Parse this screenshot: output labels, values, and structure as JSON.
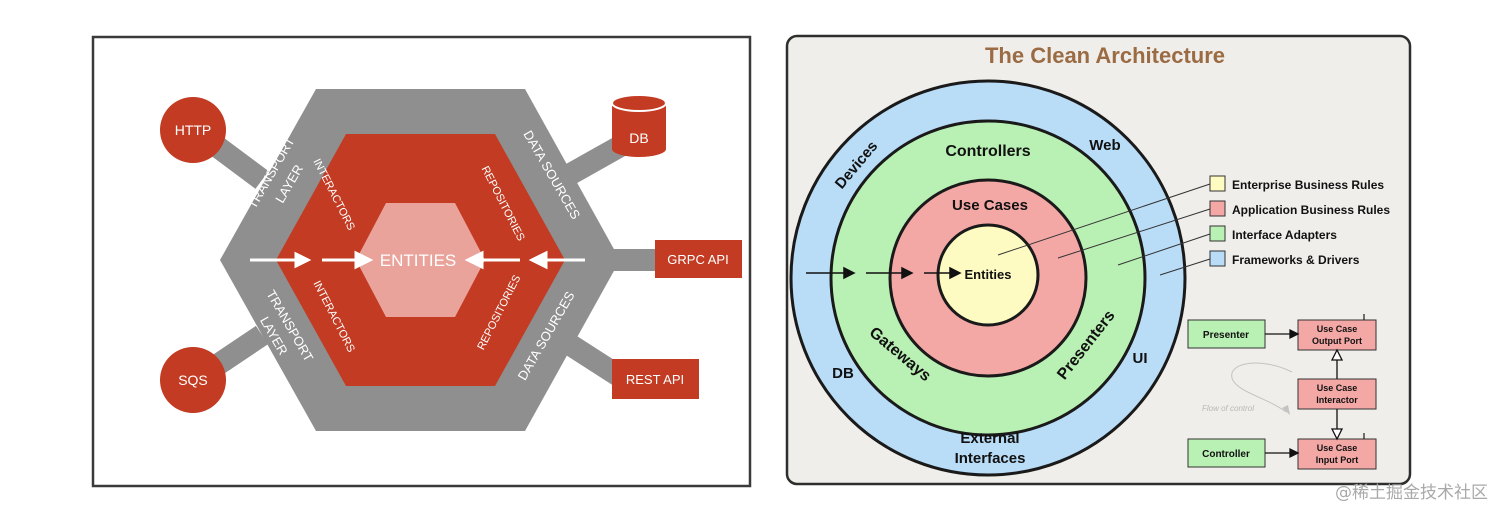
{
  "hexagonal": {
    "center_label": "ENTITIES",
    "inner_labels": {
      "interactors_top": "INTERACTORS",
      "interactors_bottom": "INTERACTORS",
      "repositories_top": "REPOSITORIES",
      "repositories_bottom": "REPOSITORIES"
    },
    "outer_labels": {
      "transport_top_line1": "TRANSPORT",
      "transport_top_line2": "LAYER",
      "transport_bottom_line1": "TRANSPORT",
      "transport_bottom_line2": "LAYER",
      "datasources_top": "DATA SOURCES",
      "datasources_bottom": "DATA SOURCES"
    },
    "external_nodes": {
      "http": "HTTP",
      "sqs": "SQS",
      "db": "DB",
      "grpc": "GRPC API",
      "rest": "REST API"
    },
    "colors": {
      "gray": "#8f8f8f",
      "red": "#c23b22",
      "pink": "#e9a39b",
      "white": "#ffffff"
    }
  },
  "clean": {
    "title": "The Clean Architecture",
    "ring_labels": {
      "devices": "Devices",
      "web": "Web",
      "db": "DB",
      "ui": "UI",
      "external_line1": "External",
      "external_line2": "Interfaces",
      "controllers": "Controllers",
      "gateways": "Gateways",
      "presenters": "Presenters",
      "use_cases": "Use Cases",
      "entities": "Entities"
    },
    "legend": [
      {
        "label": "Enterprise Business Rules",
        "color": "#fdfbc2"
      },
      {
        "label": "Application Business Rules",
        "color": "#f4a8a6"
      },
      {
        "label": "Interface Adapters",
        "color": "#b9f0b3"
      },
      {
        "label": "Frameworks & Drivers",
        "color": "#b9dcf7"
      }
    ],
    "flow": {
      "presenter": "Presenter",
      "controller": "Controller",
      "output_port_line1": "Use Case",
      "output_port_line2": "Output Port",
      "interactor_line1": "Use Case",
      "interactor_line2": "Interactor",
      "input_port_line1": "Use Case",
      "input_port_line2": "Input Port",
      "interface_marker": "I",
      "control_note": "Flow of control"
    }
  },
  "watermark": "@稀土掘金技术社区"
}
